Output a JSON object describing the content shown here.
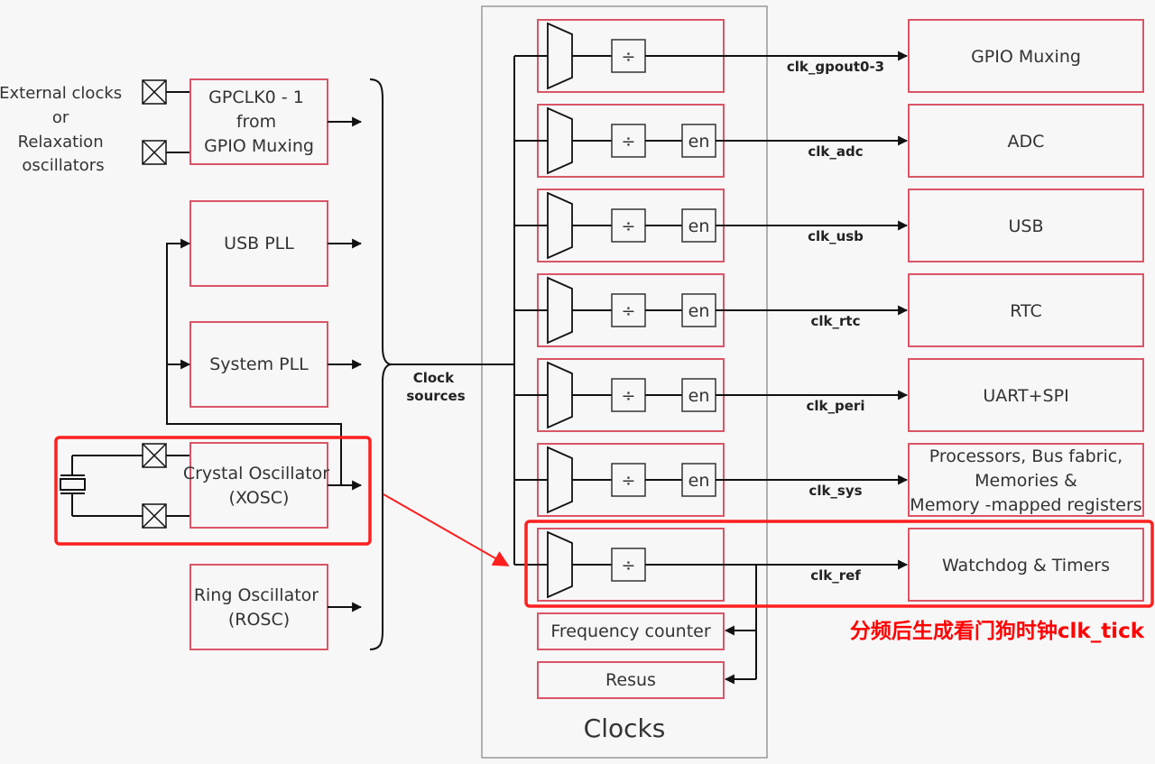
{
  "external_clocks": {
    "label_lines": [
      "External clocks",
      "or",
      "Relaxation",
      "oscillators"
    ]
  },
  "sources": [
    {
      "name": "gpclk",
      "lines": [
        "GPCLK0 - 1",
        "from",
        "GPIO Muxing"
      ]
    },
    {
      "name": "usb-pll",
      "lines": [
        "USB PLL"
      ]
    },
    {
      "name": "system-pll",
      "lines": [
        "System PLL"
      ]
    },
    {
      "name": "xosc",
      "lines": [
        "Crystal Oscillator",
        "(XOSC)"
      ]
    },
    {
      "name": "rosc",
      "lines": [
        "Ring Oscillator",
        "(ROSC)"
      ]
    }
  ],
  "clock_sources_label": [
    "Clock",
    "sources"
  ],
  "divider_symbol": "÷",
  "enable_label": "en",
  "clock_rows": [
    {
      "signal": "clk_gpout0-3",
      "has_enable": false,
      "destination": [
        "GPIO Muxing"
      ]
    },
    {
      "signal": "clk_adc",
      "has_enable": true,
      "destination": [
        "ADC"
      ]
    },
    {
      "signal": "clk_usb",
      "has_enable": true,
      "destination": [
        "USB"
      ]
    },
    {
      "signal": "clk_rtc",
      "has_enable": true,
      "destination": [
        "RTC"
      ]
    },
    {
      "signal": "clk_peri",
      "has_enable": true,
      "destination": [
        "UART+SPI"
      ]
    },
    {
      "signal": "clk_sys",
      "has_enable": true,
      "destination": [
        "Processors, Bus fabric,",
        "Memories &",
        "Memory -mapped registers"
      ]
    },
    {
      "signal": "clk_ref",
      "has_enable": false,
      "destination": [
        "Watchdog & Timers"
      ]
    }
  ],
  "ref_outputs": [
    "Frequency counter",
    "Resus"
  ],
  "clocks_title": "Clocks",
  "annotation": "分频后生成看门狗时钟clk_tick",
  "colors": {
    "block_border": "#d95566",
    "highlight": "#ff1f1f",
    "annotation": "#ff0000"
  }
}
